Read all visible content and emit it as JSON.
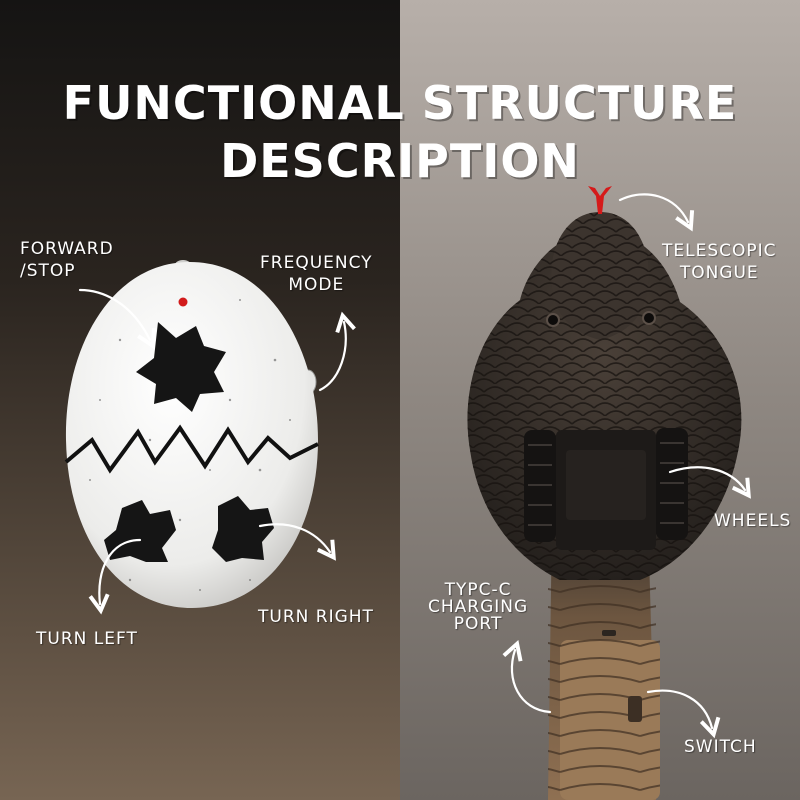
{
  "title": {
    "line1": "FUNCTIONAL STRUCTURE",
    "line2": "DESCRIPTION"
  },
  "labels": {
    "forward_stop_1": "FORWARD",
    "forward_stop_2": "/STOP",
    "frequency_1": "FREQUENCY",
    "frequency_2": "MODE",
    "turn_left": "TURN LEFT",
    "turn_right": "TURN RIGHT",
    "tongue_1": "TELESCOPIC",
    "tongue_2": "TONGUE",
    "wheels": "WHEELS",
    "charging_1": "TYPC-C",
    "charging_2": "CHARGING",
    "charging_3": "PORT",
    "switch": "SWITCH"
  },
  "colors": {
    "left_bg_top": "#1a1817",
    "left_bg_bottom": "#6f5d4c",
    "right_bg_top": "#b4aca6",
    "right_bg_bottom": "#6e6863",
    "egg_white": "#f2f2f0",
    "egg_black": "#151515",
    "snake_dark": "#2b2622",
    "snake_brown": "#8b6e4f",
    "tongue_red": "#d51a1a"
  }
}
